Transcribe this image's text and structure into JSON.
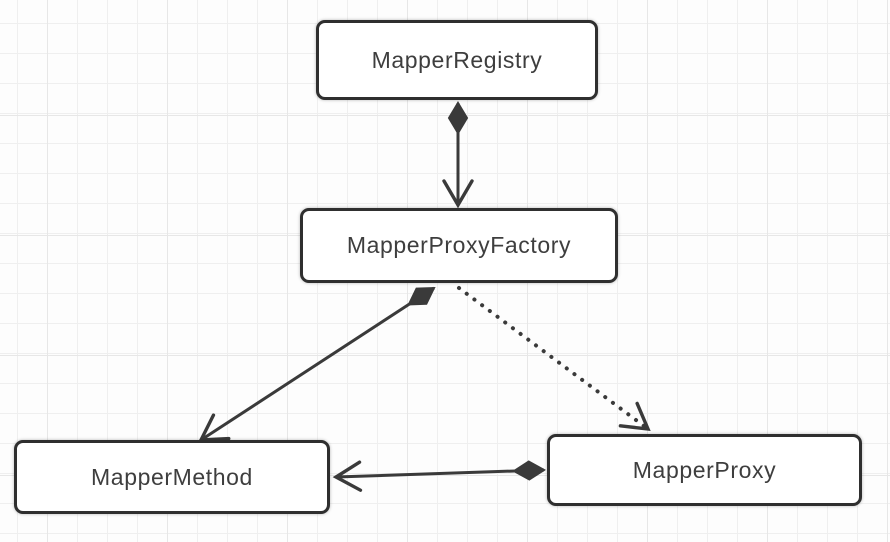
{
  "diagram": {
    "kind": "uml-class-diagram",
    "nodes": [
      {
        "id": "registry",
        "label": "MapperRegistry"
      },
      {
        "id": "factory",
        "label": "MapperProxyFactory"
      },
      {
        "id": "method",
        "label": "MapperMethod"
      },
      {
        "id": "proxy",
        "label": "MapperProxy"
      }
    ],
    "edges": [
      {
        "from": "MapperRegistry",
        "to": "MapperProxyFactory",
        "type": "composition",
        "line_style": "solid",
        "diamond_at": "MapperRegistry",
        "arrow_at": "MapperProxyFactory"
      },
      {
        "from": "MapperProxyFactory",
        "to": "MapperMethod",
        "type": "composition",
        "line_style": "solid",
        "diamond_at": "MapperProxyFactory",
        "arrow_at": "MapperMethod"
      },
      {
        "from": "MapperProxyFactory",
        "to": "MapperProxy",
        "type": "dependency",
        "line_style": "dotted",
        "diamond_at": null,
        "arrow_at": "MapperProxy"
      },
      {
        "from": "MapperProxy",
        "to": "MapperMethod",
        "type": "composition",
        "line_style": "solid",
        "diamond_at": "MapperProxy",
        "arrow_at": "MapperMethod"
      }
    ],
    "colors": {
      "background": "#fdfdfd",
      "grid_line_minor": "#efefef",
      "grid_line_major": "#e7e7e7",
      "node_fill": "#ffffff",
      "node_border": "#2f2f2f",
      "edge_stroke": "#3a3a3a",
      "text": "#3e3e3e"
    }
  }
}
